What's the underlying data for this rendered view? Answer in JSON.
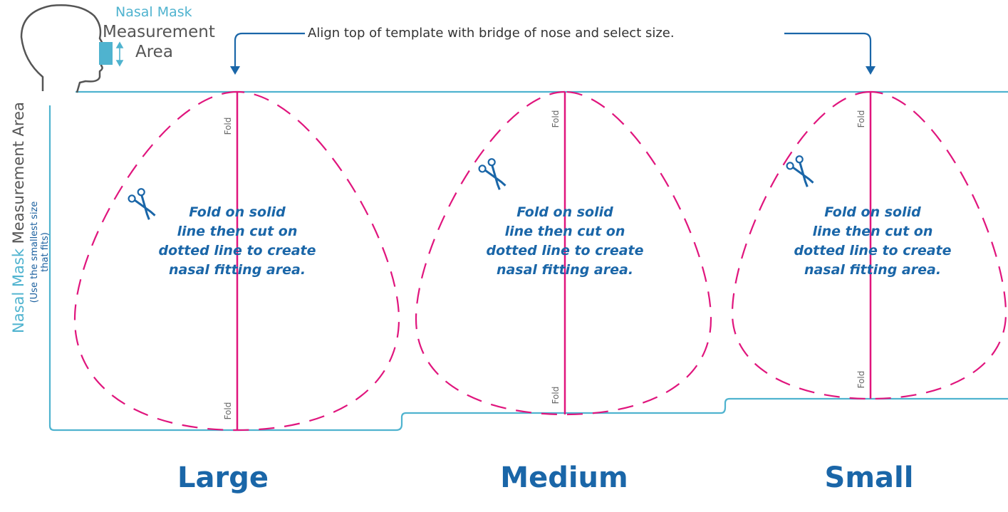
{
  "legend": {
    "title": "Nasal Mask",
    "line1": "Measurement",
    "line2": "Area"
  },
  "instruction": "Align top of template with bridge of nose and select size.",
  "side_label": {
    "part1": "Nasal Mask",
    "part2": "Measurement Area",
    "note": "(Use the smallest size that fits)"
  },
  "fold_label": "Fold",
  "fold_instruction": [
    "Fold on solid",
    "line then cut on",
    "dotted line to create",
    "nasal fitting area."
  ],
  "sizes": [
    {
      "name": "Large"
    },
    {
      "name": "Medium"
    },
    {
      "name": "Small"
    }
  ],
  "colors": {
    "outline": "#4fb3cf",
    "cut_line": "#e0157d",
    "instruction_text": "#1a66a8",
    "arrow": "#1a66a8"
  },
  "icons": [
    "head-profile-icon",
    "scissors-icon",
    "arrow-down-icon",
    "double-arrow-icon"
  ]
}
